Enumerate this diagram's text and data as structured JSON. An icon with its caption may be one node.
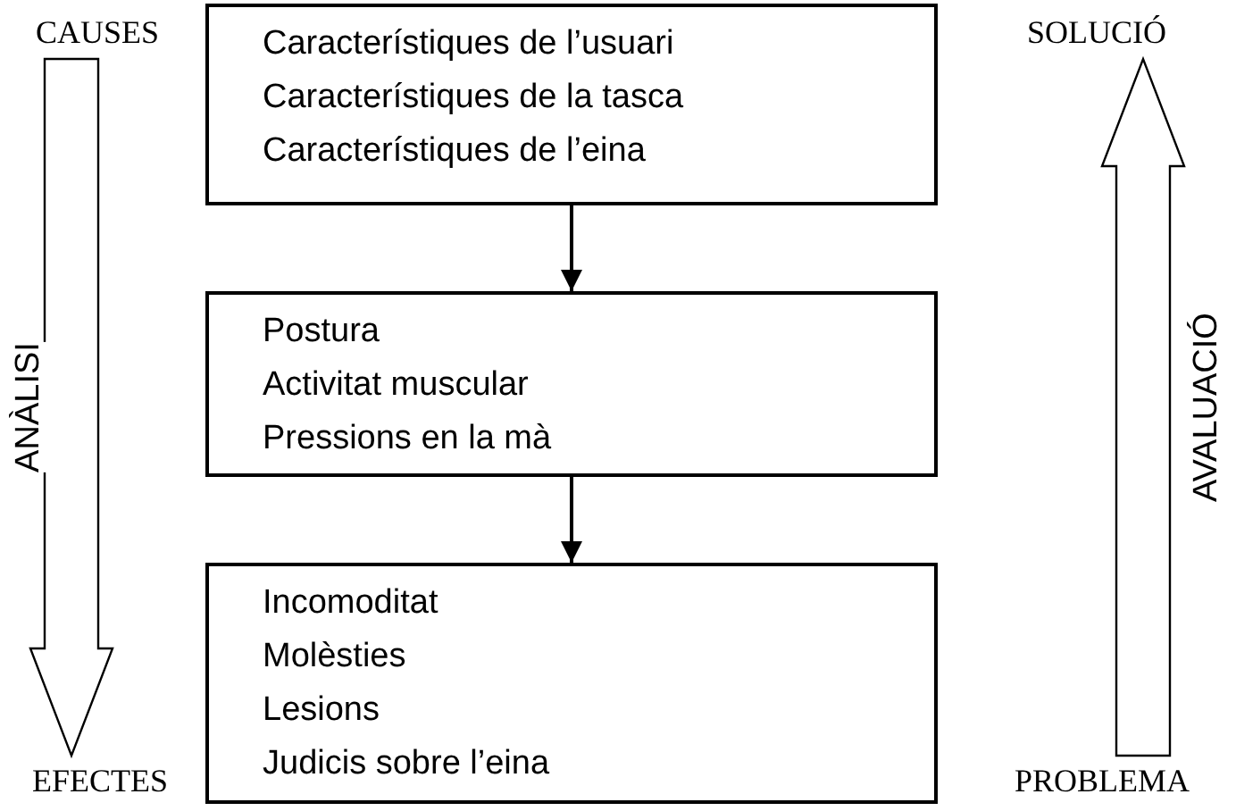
{
  "diagram": {
    "nodes": [
      {
        "text": [
          "CAUSES"
        ]
      },
      {
        "text": [
          "Característiques de l’usuari",
          "Característiques de la tasca",
          "Característiques de l’eina"
        ]
      },
      {
        "text": [
          "SOLUCIÓ"
        ]
      },
      {
        "text": [
          "Postura",
          "Activitat muscular",
          "Pressions en la mà"
        ]
      },
      {
        "text": [
          "Incomoditat",
          "Molèsties",
          "Lesions",
          "Judicis sobre l’eina"
        ]
      },
      {
        "text": [
          "EFECTES"
        ]
      },
      {
        "text": [
          "PROBLEMA"
        ]
      }
    ],
    "edges": [
      {
        "from": 1,
        "to": 3,
        "arrow": "to"
      },
      {
        "from": 3,
        "to": 4,
        "arrow": "to"
      },
      {
        "from": 0,
        "to": 5,
        "arrow": "to",
        "label": "ANÀLISI",
        "style": "thick"
      },
      {
        "from": 6,
        "to": 2,
        "arrow": "to",
        "label": "AVALUACIÓ",
        "style": "thick"
      }
    ]
  }
}
